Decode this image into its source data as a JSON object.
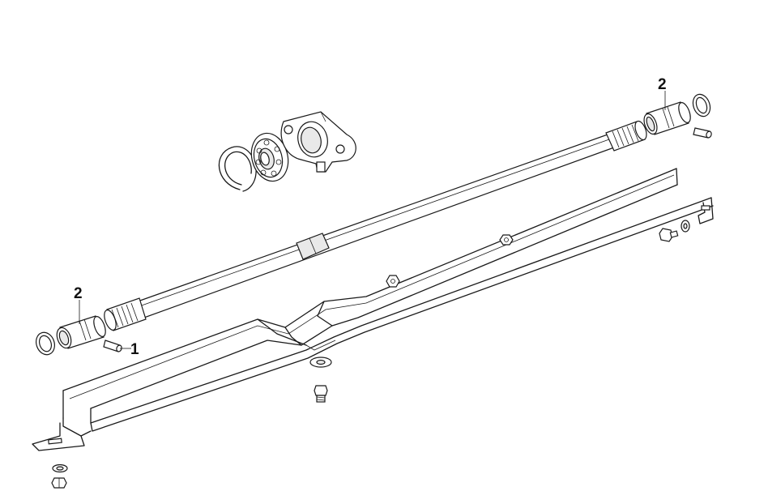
{
  "callouts": {
    "pin_label": "1",
    "coupling_left_label": "2",
    "coupling_right_label": "2"
  },
  "colors": {
    "line": "#1a1a1a",
    "shade": "#e9e9e9",
    "background": "#ffffff"
  }
}
